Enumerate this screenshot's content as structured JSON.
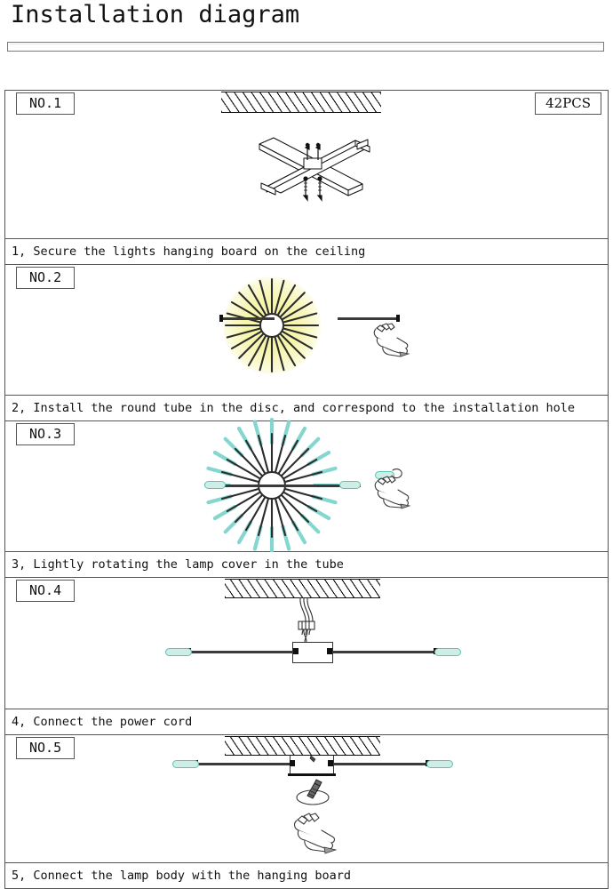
{
  "document": {
    "title": "Installation diagram"
  },
  "quantity_badge": {
    "label": "42PCS"
  },
  "steps": [
    {
      "no_label": "NO.1",
      "caption": "1, Secure the lights hanging board on the ceiling",
      "figure": "cross-bracket-with-screws-under-ceiling"
    },
    {
      "no_label": "NO.2",
      "caption": "2, Install the round tube in the disc, and correspond to the installation hole",
      "figure": "sunburst-disc-with-tube-and-hand"
    },
    {
      "no_label": "NO.3",
      "caption": "3, Lightly rotating the lamp cover in the tube",
      "figure": "sunburst-disc-with-lamp-covers-and-hand"
    },
    {
      "no_label": "NO.4",
      "caption": "4, Connect the power cord",
      "figure": "ceiling-wires-into-junction-box-with-lamp-arms"
    },
    {
      "no_label": "NO.5",
      "caption": "5, Connect the lamp body with the hanging board",
      "figure": "lamp-mounted-to-ceiling-with-screwdriver-hand"
    }
  ],
  "colors": {
    "ink": "#111111",
    "frame": "#555555",
    "lamp_cyan": "#66ccc4",
    "lamp_cyan_fill": "#cdeee6",
    "glow_yellow": "#f2f0a8",
    "paper": "#ffffff"
  }
}
